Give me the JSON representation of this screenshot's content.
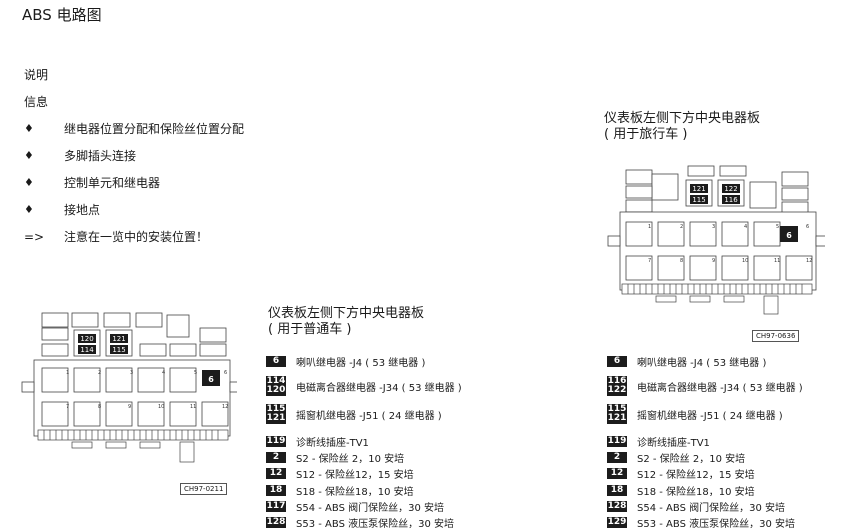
{
  "page": {
    "title": "ABS 电路图",
    "intro": [
      "说明",
      "信息"
    ],
    "bullets": [
      {
        "mark": "♦",
        "text": "继电器位置分配和保险丝位置分配"
      },
      {
        "mark": "♦",
        "text": "多脚插头连接"
      },
      {
        "mark": "♦",
        "text": "控制单元和继电器"
      },
      {
        "mark": "♦",
        "text": "接地点"
      },
      {
        "mark": "=>",
        "text": "注意在一览中的安装位置！"
      }
    ]
  },
  "panel_left": {
    "title_line1": "仪表板左侧下方中央电器板",
    "title_line2": "( 用于普通车 )",
    "caption": "CH97-0211",
    "relays_top": [
      {
        "top": "120",
        "bottom": "114"
      },
      {
        "top": "121",
        "bottom": "115"
      }
    ],
    "slot6": "6",
    "numbers_row1": [
      "1",
      "2",
      "3",
      "4",
      "5",
      "6"
    ],
    "numbers_row2": [
      "7",
      "8",
      "9",
      "10",
      "11",
      "12"
    ],
    "legend": [
      {
        "badge": [
          "6"
        ],
        "text": "喇叭继电器 -J4 ( 53 继电器 )"
      },
      {
        "badge": [
          "114",
          "120"
        ],
        "text": "电磁离合器继电器 -J34 ( 53 继电器 )"
      },
      {
        "badge": [
          "115",
          "121"
        ],
        "text": "摇窗机继电器 -J51 ( 24 继电器 )"
      },
      {
        "badge": [
          "119"
        ],
        "text": "诊断线插座-TV1"
      },
      {
        "badge": [
          "2"
        ],
        "text": "S2 - 保险丝 2，10 安培"
      },
      {
        "badge": [
          "12"
        ],
        "text": "S12 - 保险丝12，15 安培"
      },
      {
        "badge": [
          "18"
        ],
        "text": "S18 - 保险丝18，10 安培"
      },
      {
        "badge": [
          "117"
        ],
        "text": "S54 - ABS 阀门保险丝，30 安培"
      },
      {
        "badge": [
          "128"
        ],
        "text": "S53 - ABS 液压泵保险丝，30 安培"
      }
    ]
  },
  "panel_right": {
    "title_line1": "仪表板左侧下方中央电器板",
    "title_line2": "( 用于旅行车 )",
    "caption": "CH97-0636",
    "relays_top": [
      {
        "top": "121",
        "bottom": "115"
      },
      {
        "top": "122",
        "bottom": "116"
      }
    ],
    "slot6": "6",
    "numbers_row1": [
      "1",
      "2",
      "3",
      "4",
      "5",
      "6"
    ],
    "numbers_row2": [
      "7",
      "8",
      "9",
      "10",
      "11",
      "12"
    ],
    "legend": [
      {
        "badge": [
          "6"
        ],
        "text": "喇叭继电器 -J4 ( 53 继电器 )"
      },
      {
        "badge": [
          "116",
          "122"
        ],
        "text": "电磁离合器继电器 -J34 ( 53 继电器 )"
      },
      {
        "badge": [
          "115",
          "121"
        ],
        "text": "摇窗机继电器 -J51 ( 24 继电器 )"
      },
      {
        "badge": [
          "119"
        ],
        "text": "诊断线插座-TV1"
      },
      {
        "badge": [
          "2"
        ],
        "text": "S2 - 保险丝 2，10 安培"
      },
      {
        "badge": [
          "12"
        ],
        "text": "S12 - 保险丝12，15 安培"
      },
      {
        "badge": [
          "18"
        ],
        "text": "S18 - 保险丝18，10 安培"
      },
      {
        "badge": [
          "128"
        ],
        "text": "S54 - ABS 阀门保险丝，30 安培"
      },
      {
        "badge": [
          "129"
        ],
        "text": "S53 - ABS 液压泵保险丝，30 安培"
      }
    ]
  }
}
